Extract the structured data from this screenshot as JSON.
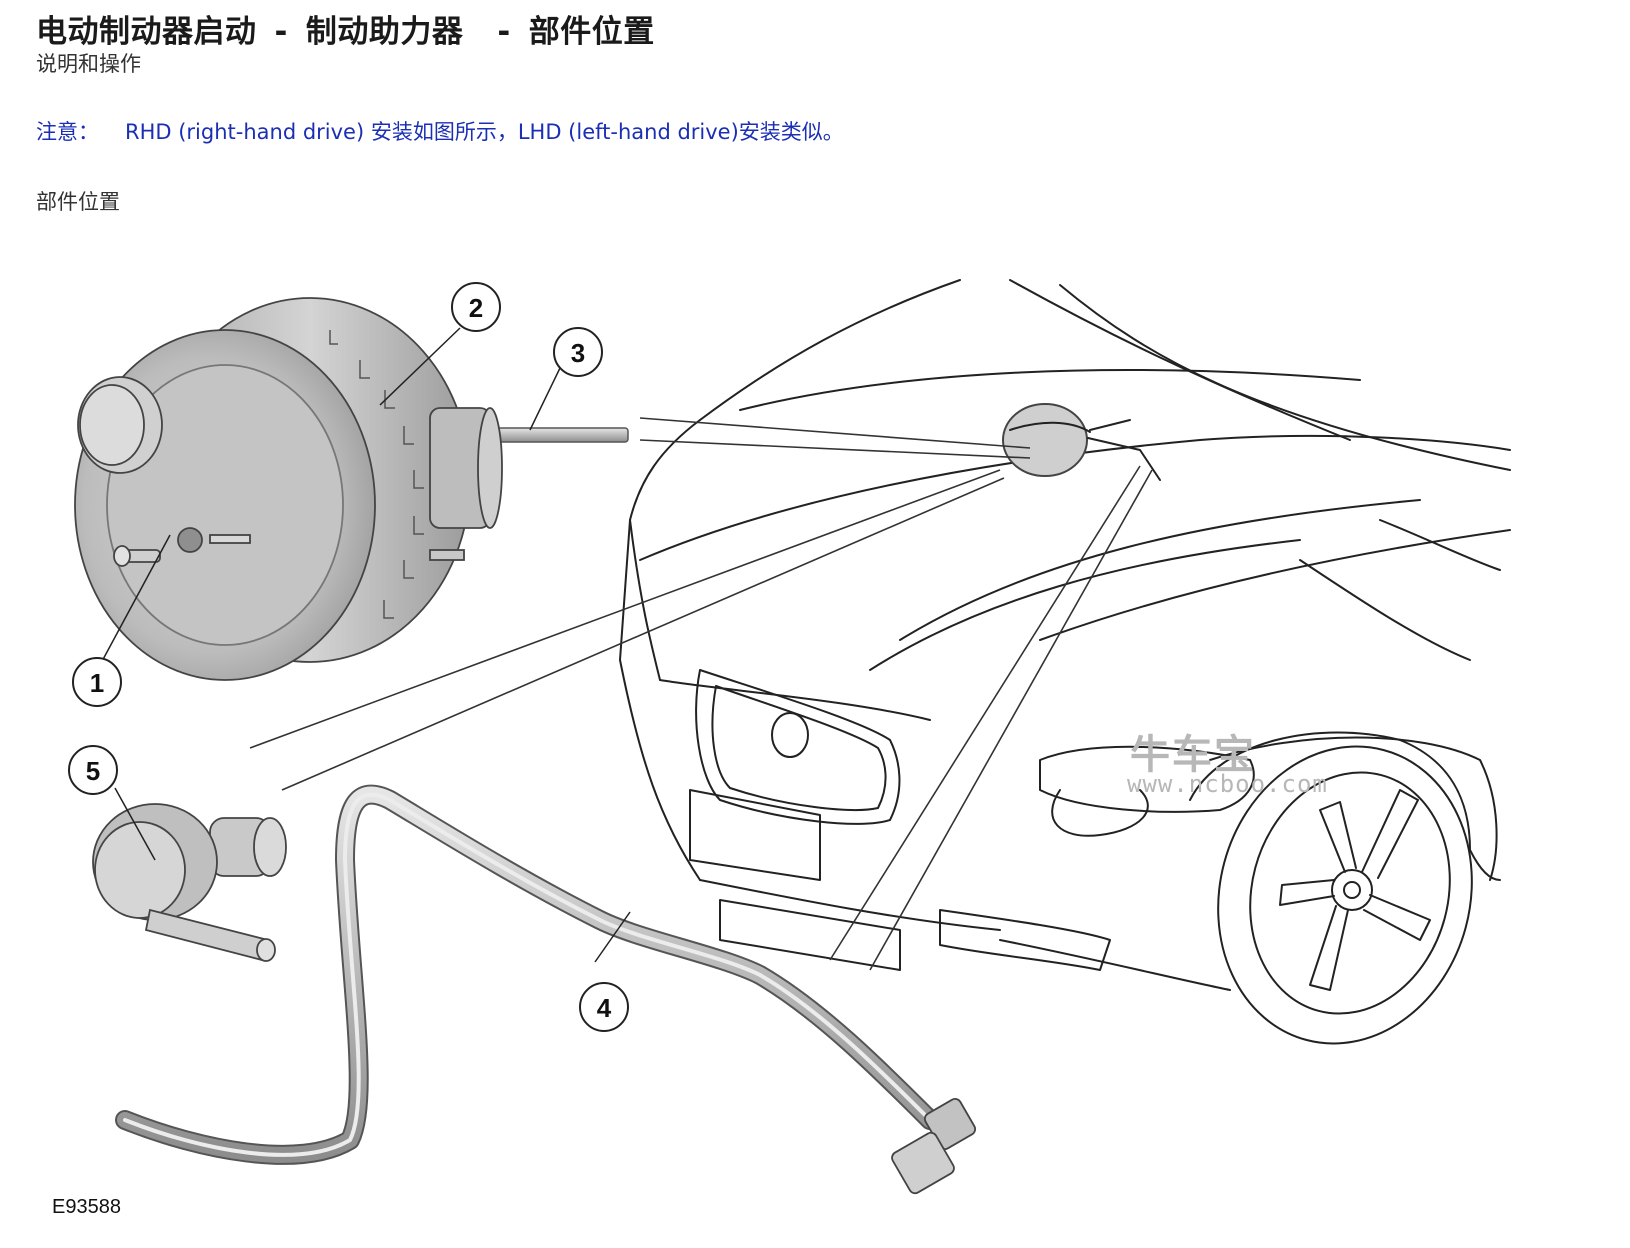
{
  "header": {
    "title_part1": "电动制动器启动",
    "title_sep1": "-",
    "title_part2": "制动助力器",
    "title_sep2": "-",
    "title_part3": "部件位置",
    "subtitle": "说明和操作"
  },
  "note": {
    "label": "注意：",
    "text": "RHD (right-hand drive) 安装如图所示，LHD (left-hand drive)安装类似。"
  },
  "section": {
    "heading": "部件位置"
  },
  "figure": {
    "id": "E93588",
    "callouts": [
      "1",
      "2",
      "3",
      "4",
      "5"
    ],
    "watermark_brand": "牛车宝",
    "watermark_url": "www.ncboo.com"
  },
  "colors": {
    "note_text": "#1b2fb5",
    "line_art": "#222222",
    "part_gray": "#bdbdbd"
  }
}
